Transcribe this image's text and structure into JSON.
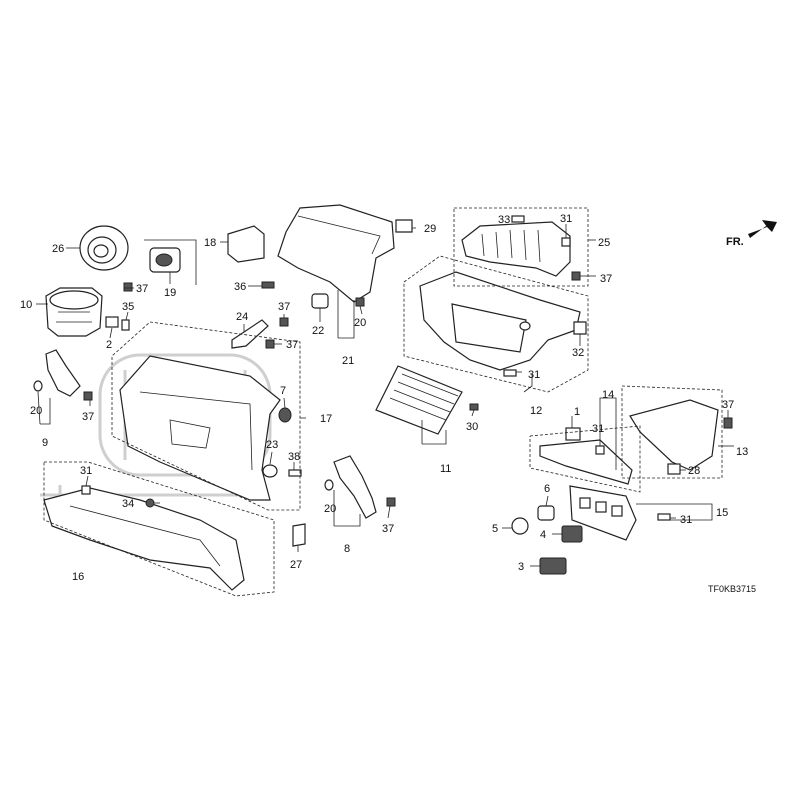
{
  "diagram": {
    "callouts": [
      "1",
      "2",
      "3",
      "4",
      "5",
      "6",
      "7",
      "8",
      "9",
      "10",
      "11",
      "12",
      "13",
      "14",
      "15",
      "16",
      "17",
      "18",
      "19",
      "20",
      "21",
      "22",
      "23",
      "24",
      "25",
      "26",
      "27",
      "28",
      "29",
      "30",
      "31",
      "32",
      "33",
      "34",
      "35",
      "36",
      "37",
      "38"
    ],
    "front_indicator": "FR.",
    "figure_code": "TF0KB3715"
  }
}
